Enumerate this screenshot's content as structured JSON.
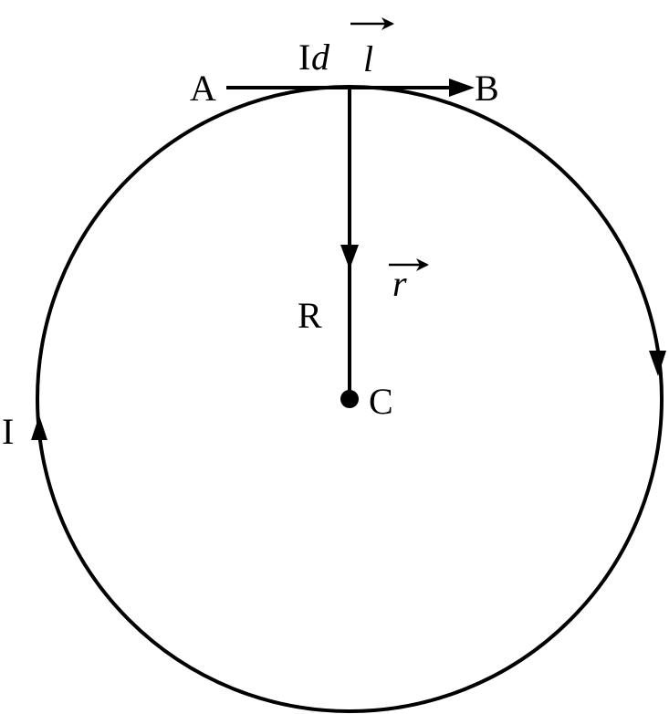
{
  "labels": {
    "point_a": "A",
    "point_b": "B",
    "point_c": "C",
    "radius": "R",
    "current": "I",
    "element_prefix": "I",
    "element_d": "d",
    "element_l": "l",
    "position_vector": "r"
  },
  "colors": {
    "ink": "#000000",
    "background": "#ffffff"
  }
}
